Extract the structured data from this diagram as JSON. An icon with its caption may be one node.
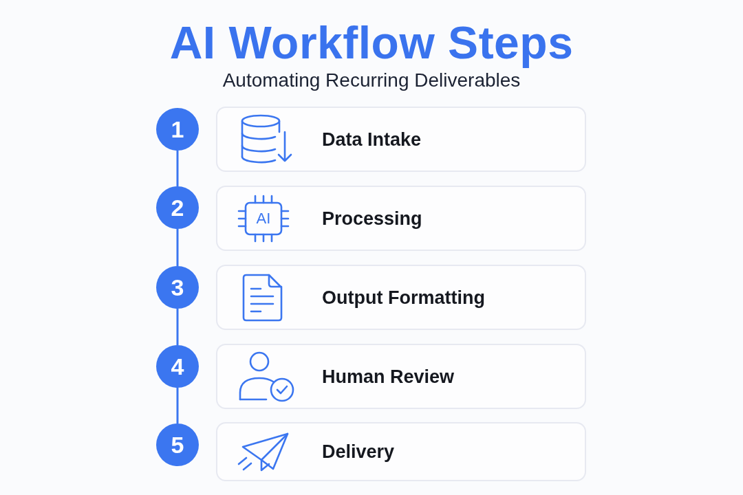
{
  "diagram": {
    "title": "AI Workflow Steps",
    "nodes": [
      {
        "text": [
          "1"
        ]
      },
      {
        "text": [
          "2"
        ]
      },
      {
        "text": [
          "3"
        ]
      },
      {
        "text": [
          "4"
        ]
      },
      {
        "text": [
          "5"
        ]
      },
      {
        "text": [
          "Data Intake"
        ]
      },
      {
        "text": [
          "Processing"
        ]
      },
      {
        "text": [
          "Output Formatting"
        ]
      },
      {
        "text": [
          "Human Review"
        ]
      },
      {
        "text": [
          "Delivery"
        ]
      }
    ],
    "edges": [
      {
        "from": 0,
        "to": 1,
        "arrow": "none"
      },
      {
        "from": 1,
        "to": 2,
        "arrow": "none"
      },
      {
        "from": 2,
        "to": 3,
        "arrow": "none"
      },
      {
        "from": 3,
        "to": 4,
        "arrow": "none"
      }
    ],
    "labels": [
      "Automating Recurring Deliverables",
      "AI"
    ]
  }
}
